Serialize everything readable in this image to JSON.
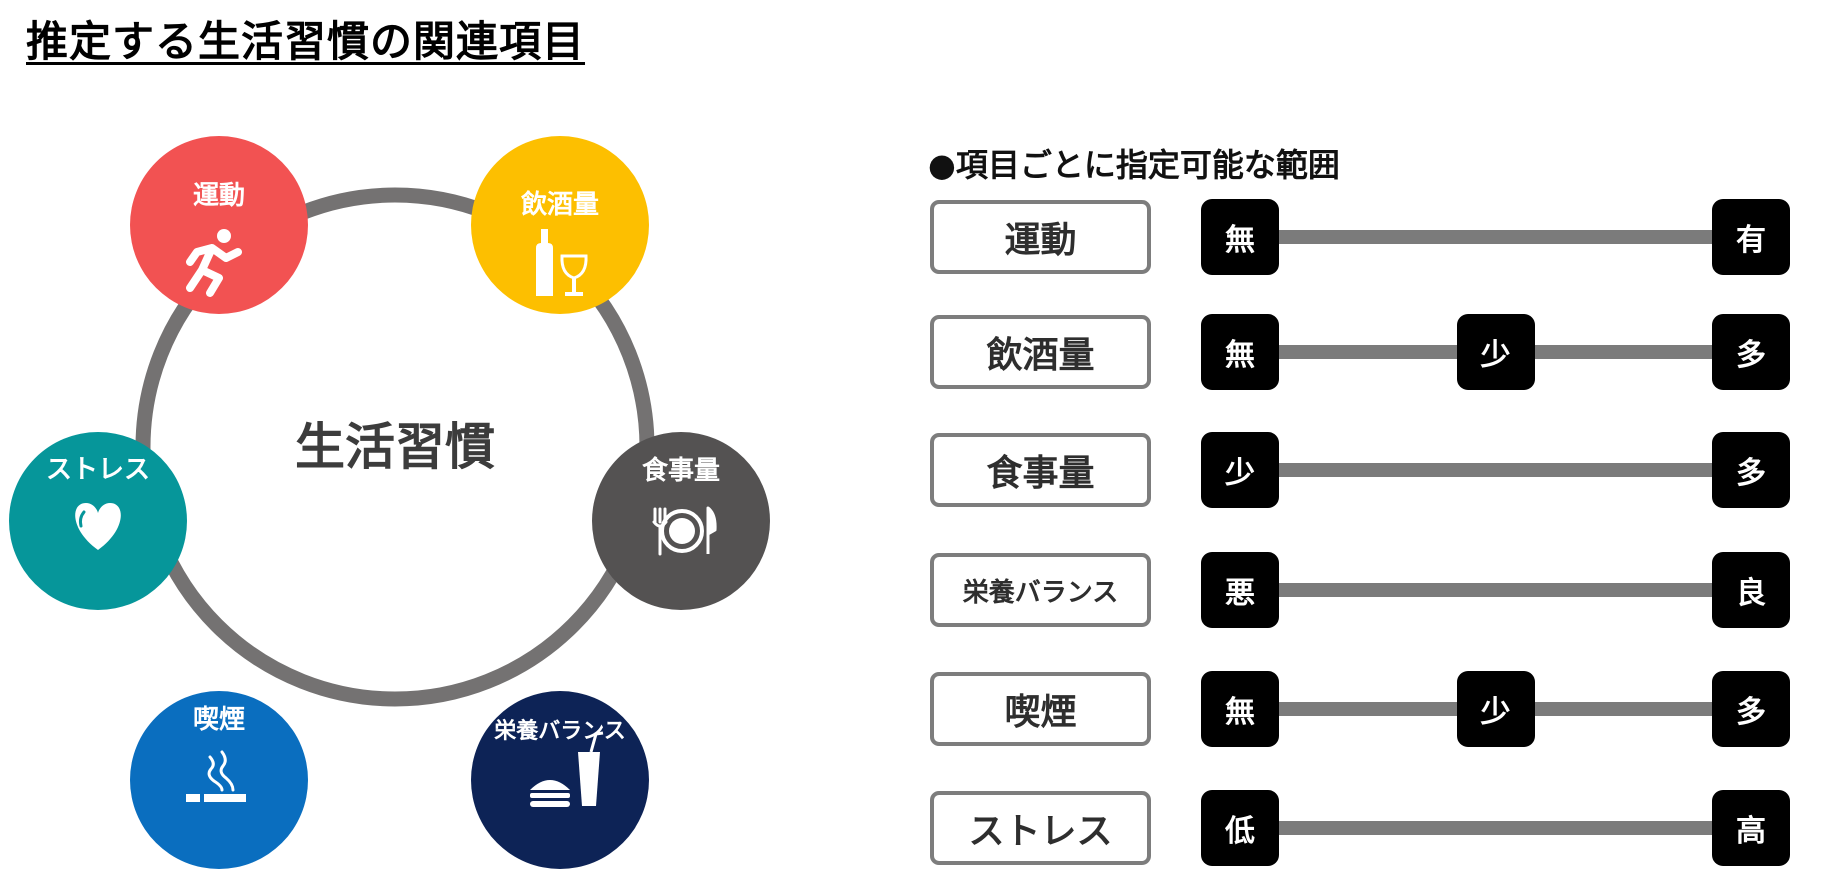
{
  "title": "推定する生活習慣の関連項目",
  "diagram": {
    "center": "生活習慣",
    "ring_color": "#747272",
    "nodes": [
      {
        "id": "exercise",
        "label": "運動",
        "color": "#f25252",
        "icon": "running-person-icon"
      },
      {
        "id": "alcohol",
        "label": "飲酒量",
        "color": "#fdbf00",
        "icon": "bottle-glass-icon"
      },
      {
        "id": "meal",
        "label": "食事量",
        "color": "#545252",
        "icon": "plate-fork-knife-icon"
      },
      {
        "id": "nutrition",
        "label": "栄養バランス",
        "color": "#0d2356",
        "icon": "burger-drink-icon"
      },
      {
        "id": "smoking",
        "label": "喫煙",
        "color": "#0a6ebf",
        "icon": "cigarette-smoke-icon"
      },
      {
        "id": "stress",
        "label": "ストレス",
        "color": "#06969a",
        "icon": "heart-icon"
      }
    ]
  },
  "ranges": {
    "subtitle": "●項目ごとに指定可能な範囲",
    "rows": [
      {
        "label": "運動",
        "levels": [
          "無",
          "有"
        ]
      },
      {
        "label": "飲酒量",
        "levels": [
          "無",
          "少",
          "多"
        ]
      },
      {
        "label": "食事量",
        "levels": [
          "少",
          "多"
        ]
      },
      {
        "label": "栄養バランス",
        "levels": [
          "悪",
          "良"
        ]
      },
      {
        "label": "喫煙",
        "levels": [
          "無",
          "少",
          "多"
        ]
      },
      {
        "label": "ストレス",
        "levels": [
          "低",
          "高"
        ]
      }
    ]
  }
}
